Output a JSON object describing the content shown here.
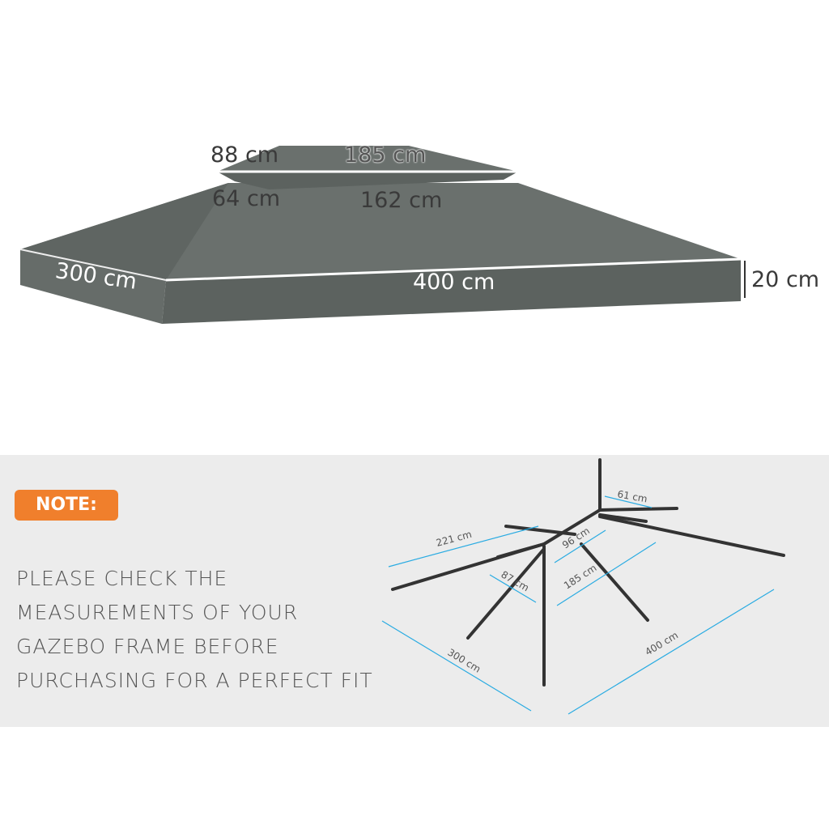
{
  "canopy": {
    "color": "#646a67",
    "dims": {
      "top_width": "88 cm",
      "top_length": "185 cm",
      "mid_width": "64 cm",
      "mid_length": "162 cm",
      "base_width": "300 cm",
      "base_length": "400 cm",
      "height": "20 cm"
    }
  },
  "note": {
    "badge": "NOTE:",
    "badge_color": "#f07f2c",
    "lines": [
      "PLEASE CHECK THE",
      "MEASUREMENTS OF YOUR",
      "GAZEBO FRAME BEFORE",
      "PURCHASING FOR A PERFECT FIT"
    ]
  },
  "frame": {
    "dim_color": "#29abe2",
    "dims": {
      "a": "221 cm",
      "b": "61 cm",
      "c": "96 cm",
      "d": "87 cm",
      "e": "185 cm",
      "f": "300 cm",
      "g": "400 cm"
    }
  }
}
